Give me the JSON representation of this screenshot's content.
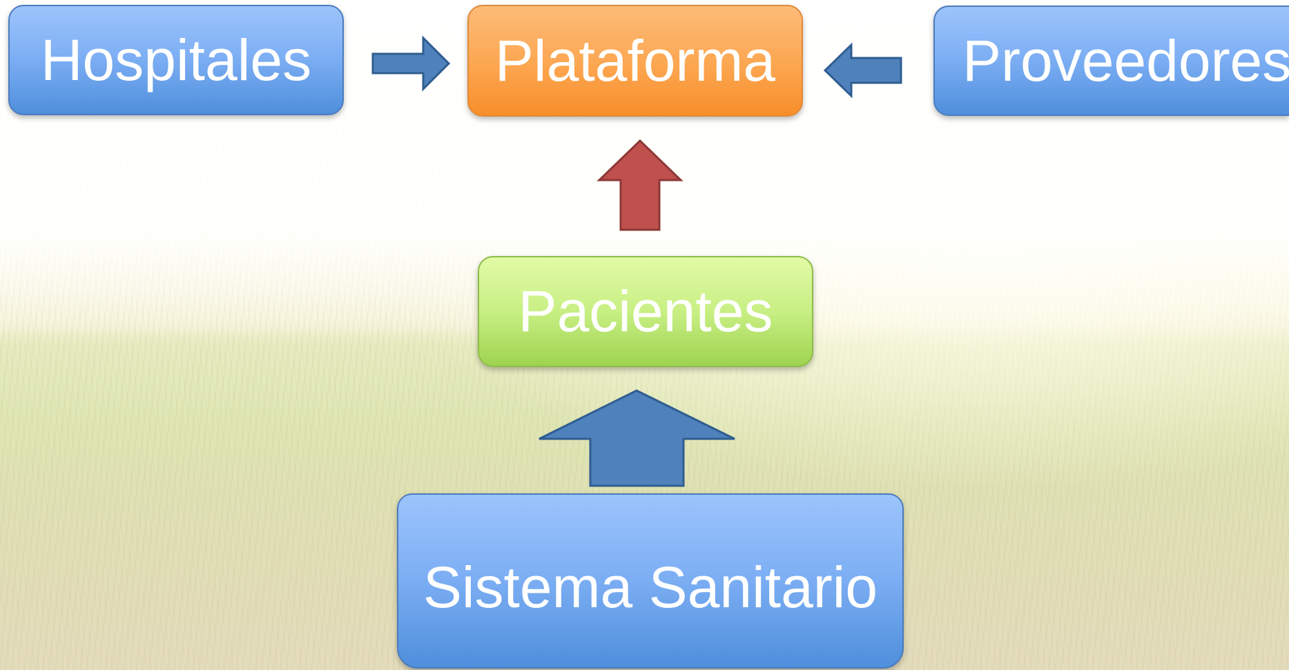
{
  "nodes": {
    "hospitales": "Hospitales",
    "plataforma": "Plataforma",
    "proveedores": "Proveedores",
    "pacientes": "Pacientes",
    "sistema_sanitario": "Sistema Sanitario"
  },
  "colors": {
    "blue_box": "#7fb0f5",
    "orange_box": "#fca650",
    "green_box": "#c8ef84",
    "blue_arrow": "#4f81bd",
    "red_arrow": "#c0504d"
  }
}
